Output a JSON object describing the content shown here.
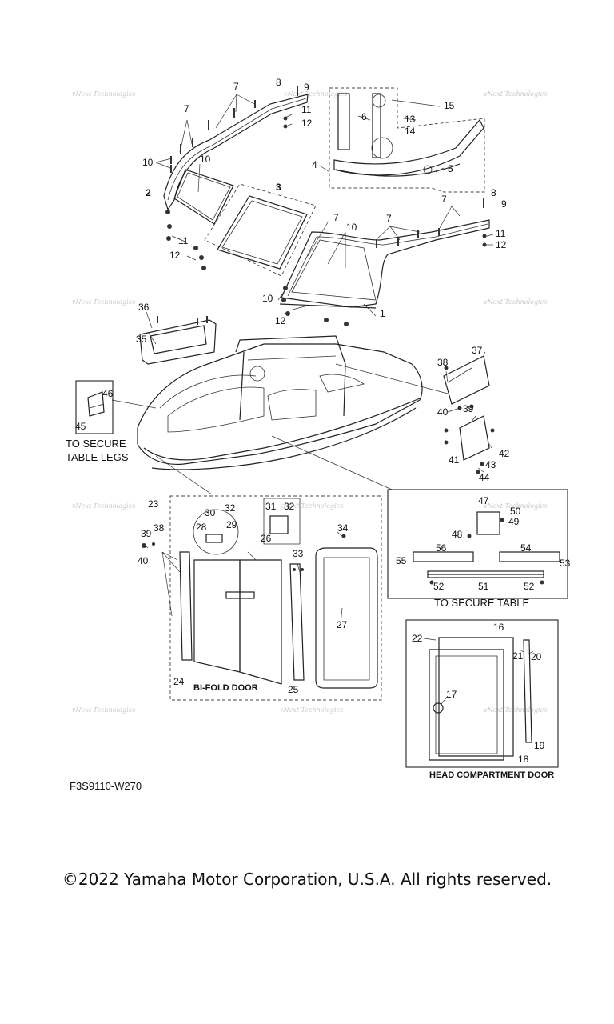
{
  "diagram": {
    "drawing_code": "F3S9110-W270",
    "copyright": "©2022 Yamaha Motor Corporation, U.S.A. All rights reserved.",
    "watermark": "vNext Technologies",
    "captions": {
      "table_legs_1": "TO SECURE",
      "table_legs_2": "TABLE LEGS",
      "secure_table": "TO SECURE TABLE",
      "bifold_door": "BI-FOLD DOOR",
      "head_compartment_door": "HEAD COMPARTMENT DOOR"
    },
    "callouts": [
      "1",
      "2",
      "3",
      "4",
      "5",
      "6",
      "7",
      "8",
      "9",
      "10",
      "11",
      "12",
      "13",
      "14",
      "15",
      "16",
      "17",
      "18",
      "19",
      "20",
      "21",
      "22",
      "23",
      "24",
      "25",
      "26",
      "27",
      "28",
      "29",
      "30",
      "31",
      "32",
      "33",
      "34",
      "35",
      "36",
      "37",
      "38",
      "39",
      "40",
      "41",
      "42",
      "43",
      "44",
      "45",
      "46",
      "47",
      "48",
      "49",
      "50",
      "51",
      "52",
      "53",
      "54",
      "55",
      "56"
    ]
  }
}
